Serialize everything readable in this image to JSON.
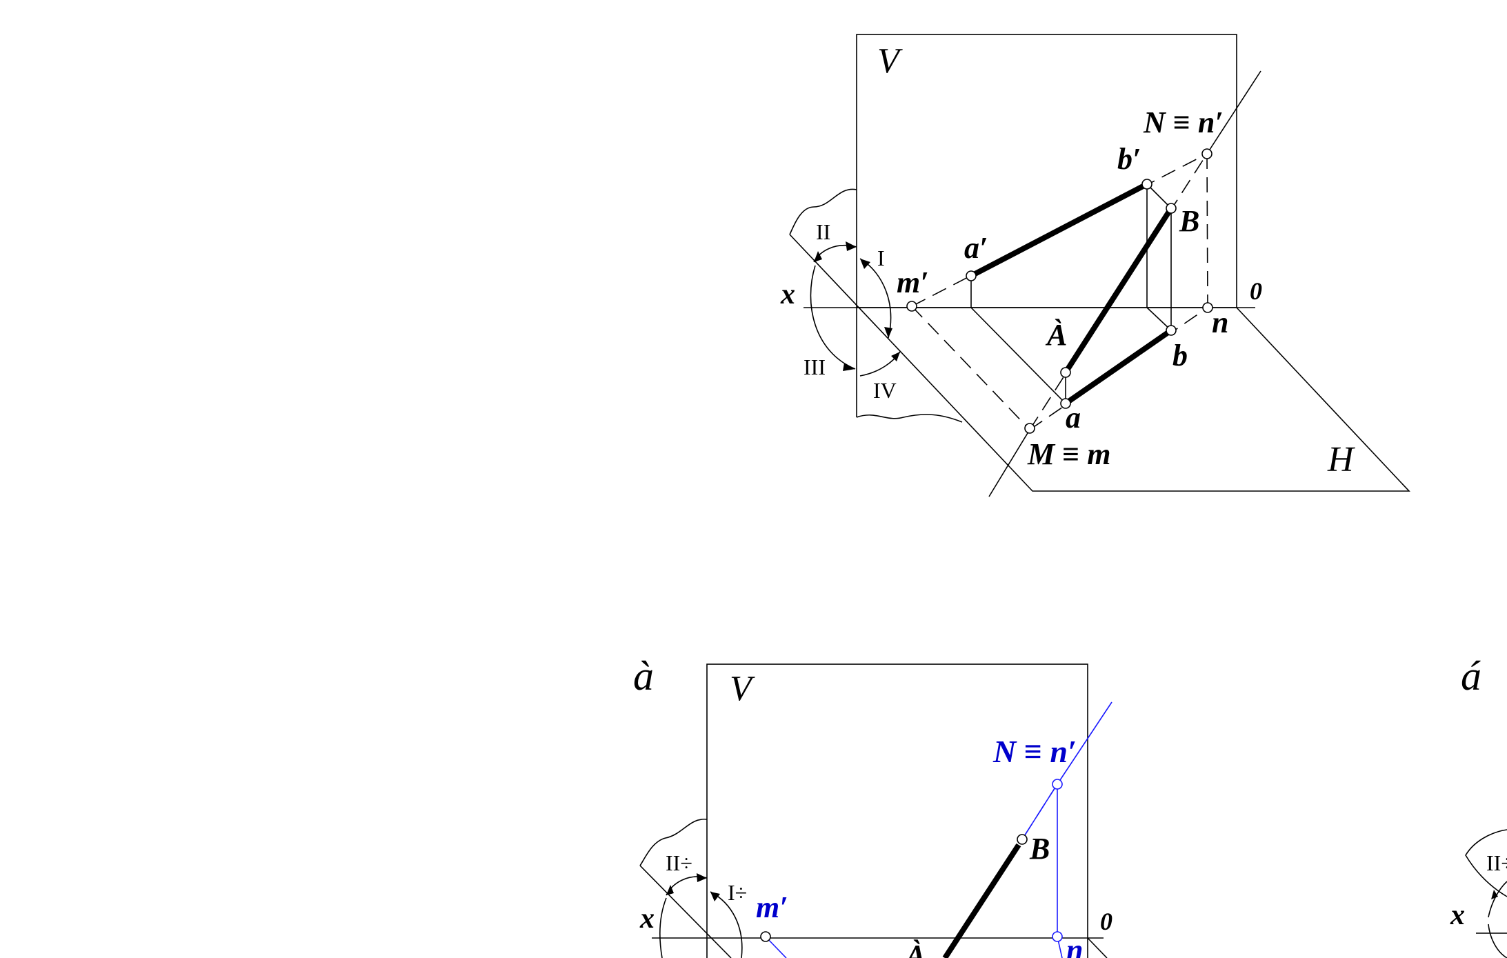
{
  "diagram_top": {
    "plane_v": "V",
    "plane_h": "H",
    "axis_x": "x",
    "origin": "0",
    "quadrant_1": "I",
    "quadrant_2": "II",
    "quadrant_3": "III",
    "quadrant_4": "IV",
    "label_N": "N ≡ n′",
    "label_M": "M ≡ m",
    "label_b_prime": "b′",
    "label_a_prime": "a′",
    "label_m_prime": "m′",
    "label_B": "B",
    "label_A": "À",
    "label_n": "n",
    "label_b": "b",
    "label_a": "a"
  },
  "diagram_a": {
    "panel_letter": "à",
    "plane_v": "V",
    "axis_x": "x",
    "origin": "0",
    "quadrant_1": "I÷",
    "quadrant_2": "II÷",
    "label_N": "N ≡ n′",
    "label_m_prime": "m′",
    "label_B": "B",
    "label_A": "À",
    "label_n": "n"
  },
  "diagram_b": {
    "panel_letter": "á",
    "quadrant_2": "II÷",
    "axis_x": "x"
  },
  "colors": {
    "ink": "#000000",
    "accent_blue": "#0000cc"
  }
}
